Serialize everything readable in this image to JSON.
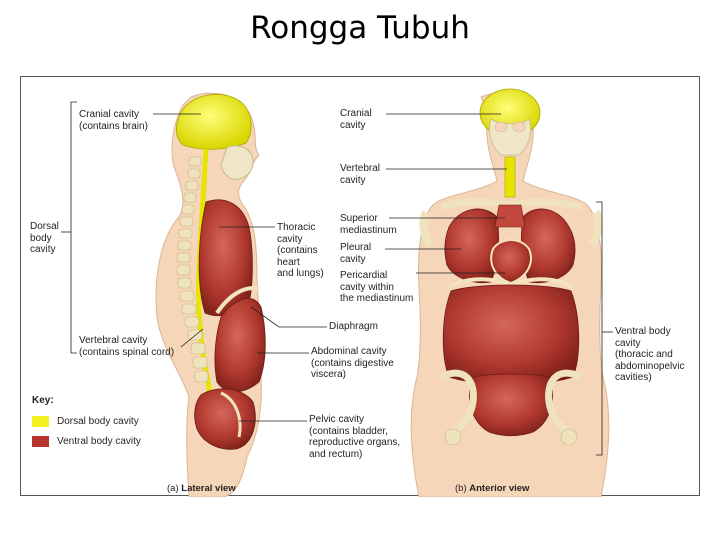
{
  "slide": {
    "title": "Rongga Tubuh"
  },
  "figure": {
    "lateral": {
      "caption_prefix": "(a)",
      "caption_text": "Lateral view",
      "labels": {
        "cranial": "Cranial cavity\n(contains brain)",
        "dorsal": "Dorsal\nbody\ncavity",
        "thoracic": "Thoracic\ncavity\n(contains\nheart\nand lungs)",
        "vertebral": "Vertebral cavity\n(contains spinal cord)",
        "diaphragm": "Diaphragm",
        "abdominal": "Abdominal cavity\n(contains digestive\nviscera)",
        "pelvic": "Pelvic cavity\n(contains bladder,\nreproductive organs,\nand rectum)"
      }
    },
    "anterior": {
      "caption_prefix": "(b)",
      "caption_text": "Anterior view",
      "labels": {
        "cranial": "Cranial\ncavity",
        "vertebral": "Vertebral\ncavity",
        "superior_mediastinum": "Superior\nmediastinum",
        "pleural": "Pleural\ncavity",
        "pericardial": "Pericardial\ncavity within\nthe mediastinum",
        "ventral": "Ventral body\ncavity\n(thoracic and\nabdominopelvic\ncavities)"
      }
    },
    "key": {
      "title": "Key:",
      "items": [
        {
          "label": "Dorsal body cavity",
          "color": "#f2f21e"
        },
        {
          "label": "Ventral body cavity",
          "color": "#b8332b"
        }
      ]
    }
  }
}
